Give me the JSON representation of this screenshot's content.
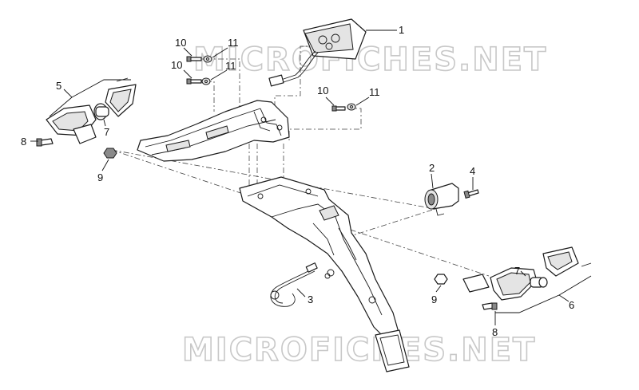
{
  "watermarks": {
    "top": "MICROFICHES.NET",
    "bottom": "MICROFICHES.NET"
  },
  "callouts": [
    {
      "id": "c1",
      "label": "1"
    },
    {
      "id": "c2",
      "label": "2"
    },
    {
      "id": "c3",
      "label": "3"
    },
    {
      "id": "c4",
      "label": "4"
    },
    {
      "id": "c5",
      "label": "5"
    },
    {
      "id": "c6",
      "label": "6"
    },
    {
      "id": "c7a",
      "label": "7"
    },
    {
      "id": "c7b",
      "label": "7"
    },
    {
      "id": "c8a",
      "label": "8"
    },
    {
      "id": "c8b",
      "label": "8"
    },
    {
      "id": "c9a",
      "label": "9"
    },
    {
      "id": "c9b",
      "label": "9"
    },
    {
      "id": "c10a",
      "label": "10"
    },
    {
      "id": "c10b",
      "label": "10"
    },
    {
      "id": "c10c",
      "label": "10"
    },
    {
      "id": "c11a",
      "label": "11"
    },
    {
      "id": "c11b",
      "label": "11"
    },
    {
      "id": "c11c",
      "label": "11"
    }
  ]
}
